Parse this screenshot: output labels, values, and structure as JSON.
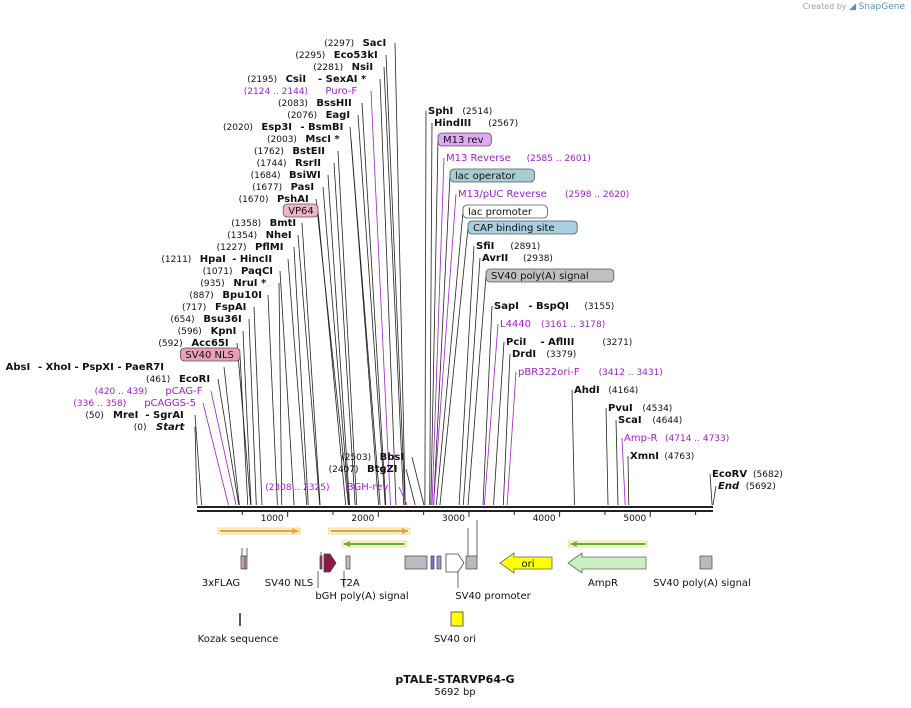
{
  "app": {
    "credit_prefix": "Created by",
    "credit_brand": "SnapGene"
  },
  "plasmid": {
    "name": "pTALE-STARVP64-G",
    "length_label": "5692 bp",
    "length": 5692
  },
  "axis": {
    "ticks": [
      1000,
      2000,
      3000,
      4000,
      5000
    ],
    "start": 0,
    "end": 5692
  },
  "colors": {
    "primer": "#a020c8",
    "feature_text": "#111111",
    "backbone": "#222222"
  },
  "upper_sites": [
    {
      "name": "SacI",
      "pos": "(2297)",
      "bp": 2297
    },
    {
      "name": "Eco53kI",
      "pos": "(2295)",
      "bp": 2295
    },
    {
      "name": "NsiI",
      "pos": "(2281)",
      "bp": 2281
    },
    {
      "name": "CsiI",
      "pos": "(2195)",
      "bp": 2195,
      "extra": "-  SexAI *"
    },
    {
      "name": "Puro-F",
      "pos": "(2124 .. 2144)",
      "bp": 2134,
      "primer": true
    },
    {
      "name": "BssHII",
      "pos": "(2083)",
      "bp": 2083
    },
    {
      "name": "EagI",
      "pos": "(2076)",
      "bp": 2076
    },
    {
      "name": "Esp3I",
      "pos": "(2020)",
      "bp": 2020,
      "extra": "-  BsmBI"
    },
    {
      "name": "MscI *",
      "pos": "(2003)",
      "bp": 2003
    },
    {
      "name": "BstEII",
      "pos": "(1762)",
      "bp": 1762
    },
    {
      "name": "RsrII",
      "pos": "(1744)",
      "bp": 1744
    },
    {
      "name": "BsiWI",
      "pos": "(1684)",
      "bp": 1684
    },
    {
      "name": "PasI",
      "pos": "(1677)",
      "bp": 1677
    },
    {
      "name": "PshAI",
      "pos": "(1670)",
      "bp": 1670
    },
    {
      "name": "VP64",
      "boxed": true,
      "box_color": "#f0b4c8",
      "bp": 1640
    },
    {
      "name": "BmtI",
      "pos": "(1358)",
      "bp": 1358
    },
    {
      "name": "NheI",
      "pos": "(1354)",
      "bp": 1354
    },
    {
      "name": "PflMI",
      "pos": "(1227)",
      "bp": 1227
    },
    {
      "name": "HpaI",
      "pos": "(1211)",
      "bp": 1211,
      "extra": "-  HincII"
    },
    {
      "name": "PaqCI",
      "pos": "(1071)",
      "bp": 1071
    },
    {
      "name": "NruI *",
      "pos": "(935)",
      "bp": 935
    },
    {
      "name": "Bpu10I",
      "pos": "(887)",
      "bp": 887
    },
    {
      "name": "FspAI",
      "pos": "(717)",
      "bp": 717
    },
    {
      "name": "Bsu36I",
      "pos": "(654)",
      "bp": 654
    },
    {
      "name": "KpnI",
      "pos": "(596)",
      "bp": 596
    },
    {
      "name": "Acc65I",
      "pos": "(592)",
      "bp": 592
    },
    {
      "name": "SV40 NLS",
      "boxed": true,
      "box_color": "#e8a0b8",
      "bp": 560
    },
    {
      "name": "AbsI",
      "pos": "(467)",
      "bp": 467,
      "extra": "-  XhoI   -  PspXI   -  PaeR7I"
    },
    {
      "name": "EcoRI",
      "pos": "(461)",
      "bp": 461
    },
    {
      "name": "pCAG-F",
      "pos": "(420 .. 439)",
      "bp": 430,
      "primer": true
    },
    {
      "name": "pCAGGS-5",
      "pos": "(336 .. 358)",
      "bp": 347,
      "primer": true
    },
    {
      "name": "MreI",
      "pos": "(50)",
      "bp": 50,
      "extra": "-  SgrAI"
    },
    {
      "name": "Start",
      "pos": "(0)",
      "bp": 0,
      "italic": true
    }
  ],
  "mid_sites": [
    {
      "name": "BbsI",
      "pos": "(2503)",
      "bp": 2503
    },
    {
      "name": "BtgZI",
      "pos": "(2407)",
      "bp": 2407
    },
    {
      "name": "BGH-rev",
      "pos": "(2308 .. 2325)",
      "bp": 2316,
      "primer": true
    }
  ],
  "right_sites": [
    {
      "name": "SphI",
      "pos": "(2514)",
      "bp": 2514
    },
    {
      "name": "HindIII",
      "pos": "(2567)",
      "bp": 2567
    },
    {
      "name": "M13 rev",
      "boxed": true,
      "box_color": "#e0a8f0",
      "bp": 2580
    },
    {
      "name": "M13 Reverse",
      "pos": "(2585 .. 2601)",
      "bp": 2593,
      "primer": true
    },
    {
      "name": "lac operator",
      "boxed": true,
      "box_color": "#a8ccd4",
      "bp": 2610
    },
    {
      "name": "M13/pUC Reverse",
      "pos": "(2598 .. 2620)",
      "bp": 2609,
      "primer": true
    },
    {
      "name": "lac promoter",
      "boxed": true,
      "box_color": "#ffffff",
      "bp": 2640
    },
    {
      "name": "CAP binding site",
      "boxed": true,
      "box_color": "#a8d0e0",
      "bp": 2680
    },
    {
      "name": "SfiI",
      "pos": "(2891)",
      "bp": 2891
    },
    {
      "name": "AvrII",
      "pos": "(2938)",
      "bp": 2938
    },
    {
      "name": "SV40 poly(A) signal",
      "boxed": true,
      "box_color": "#c0c0c0",
      "bp": 2990
    },
    {
      "name": "SapI",
      "pos": "(3155)",
      "bp": 3155,
      "extra": "-  BspQI"
    },
    {
      "name": "L4440",
      "pos": "(3161 .. 3178)",
      "bp": 3170,
      "primer": true
    },
    {
      "name": "PciI",
      "pos": "(3271)",
      "bp": 3271,
      "extra": "-  AflIII"
    },
    {
      "name": "DrdI",
      "pos": "(3379)",
      "bp": 3379
    },
    {
      "name": "pBR322ori-F",
      "pos": "(3412 .. 3431)",
      "bp": 3421,
      "primer": true
    },
    {
      "name": "AhdI",
      "pos": "(4164)",
      "bp": 4164
    },
    {
      "name": "PvuI",
      "pos": "(4534)",
      "bp": 4534
    },
    {
      "name": "ScaI",
      "pos": "(4644)",
      "bp": 4644
    },
    {
      "name": "Amp-R",
      "pos": "(4714 .. 4733)",
      "bp": 4723,
      "primer": true
    },
    {
      "name": "XmnI",
      "pos": "(4763)",
      "bp": 4763
    },
    {
      "name": "EcoRV",
      "pos": "(5682)",
      "bp": 5682
    },
    {
      "name": "End",
      "pos": "(5692)",
      "bp": 5692,
      "italic": true
    }
  ],
  "orfs": [
    {
      "start": 230,
      "end": 1140,
      "color": "#e8a040",
      "direction": "forward"
    },
    {
      "start": 1450,
      "end": 2350,
      "color": "#e8a040",
      "direction": "forward"
    },
    {
      "start": 1600,
      "end": 2310,
      "color": "#60b040",
      "direction": "reverse"
    },
    {
      "start": 4100,
      "end": 4970,
      "color": "#60b040",
      "direction": "reverse"
    }
  ],
  "features": [
    {
      "name": "3xFLAG",
      "label": "3xFLAG"
    },
    {
      "name": "SV40 NLS",
      "label": "SV40 NLS"
    },
    {
      "name": "T2A",
      "label": "T2A"
    },
    {
      "name": "bGH poly(A) signal",
      "label": "bGH poly(A) signal"
    },
    {
      "name": "SV40 promoter",
      "label": "SV40 promoter"
    },
    {
      "name": "ori",
      "label": "ori"
    },
    {
      "name": "AmpR",
      "label": "AmpR"
    },
    {
      "name": "SV40 poly(A) signal",
      "label": "SV40 poly(A) signal"
    },
    {
      "name": "Kozak sequence",
      "label": "Kozak sequence"
    },
    {
      "name": "SV40 ori",
      "label": "SV40 ori"
    }
  ]
}
